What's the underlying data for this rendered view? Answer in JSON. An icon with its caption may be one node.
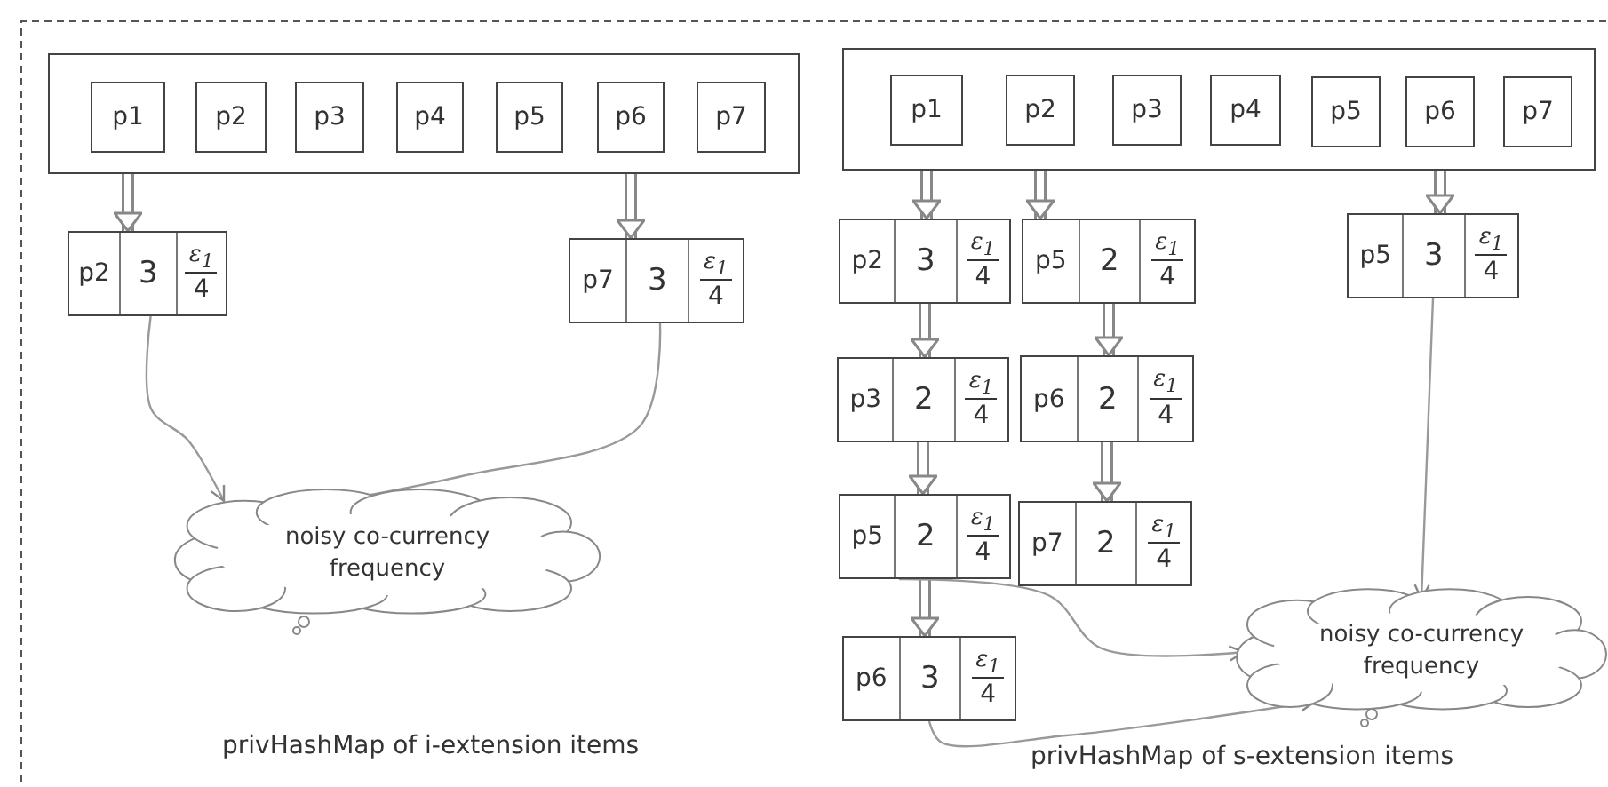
{
  "diagram": {
    "nodes": [
      {
        "text": [],
        "shape": "box"
      },
      {
        "text": [
          "p1"
        ],
        "in": 0
      },
      {
        "text": [
          "p2"
        ],
        "in": 0
      },
      {
        "text": [
          "p3"
        ],
        "in": 0
      },
      {
        "text": [
          "p4"
        ],
        "in": 0
      },
      {
        "text": [
          "p5"
        ],
        "in": 0
      },
      {
        "text": [
          "p6"
        ],
        "in": 0
      },
      {
        "text": [
          "p7"
        ],
        "in": 0
      },
      {
        "text": [
          "p2",
          "3",
          "ε$_{1}$",
          "4"
        ]
      },
      {
        "text": [
          "p7",
          "3",
          "ε$_{1}$",
          "4"
        ]
      },
      {
        "text": [
          "noisy co-currency frequency"
        ]
      },
      {
        "text": [],
        "shape": "box"
      },
      {
        "text": [
          "p1"
        ],
        "in": 11
      },
      {
        "text": [
          "p2"
        ],
        "in": 11
      },
      {
        "text": [
          "p3"
        ],
        "in": 11
      },
      {
        "text": [
          "p4"
        ],
        "in": 11
      },
      {
        "text": [
          "p5"
        ],
        "in": 11
      },
      {
        "text": [
          "p6"
        ],
        "in": 11
      },
      {
        "text": [
          "p7"
        ],
        "in": 11
      },
      {
        "text": [
          "p2",
          "3",
          "ε$_{1}$",
          "4"
        ]
      },
      {
        "text": [
          "p3",
          "2",
          "ε$_{1}$",
          "4"
        ]
      },
      {
        "text": [
          "p5",
          "2",
          "ε$_{1}$",
          "4"
        ]
      },
      {
        "text": [
          "p6",
          "3",
          "ε$_{1}$",
          "4"
        ]
      },
      {
        "text": [
          "p5",
          "2",
          "ε$_{1}$",
          "4"
        ]
      },
      {
        "text": [
          "p6",
          "2",
          "ε$_{1}$",
          "4"
        ]
      },
      {
        "text": [
          "p7",
          "2",
          "ε$_{1}$",
          "4"
        ]
      },
      {
        "text": [
          "p5",
          "3",
          "ε$_{1}$",
          "4"
        ]
      },
      {
        "text": [
          "noisy co-currency frequency"
        ]
      }
    ],
    "edges": [
      {
        "from": 1,
        "to": 8,
        "arrow": "to"
      },
      {
        "from": 6,
        "to": 9,
        "arrow": "to"
      },
      {
        "from": 8,
        "to": 10,
        "arrow": "to"
      },
      {
        "from": 9,
        "to": 10,
        "arrow": "to"
      },
      {
        "from": 12,
        "to": 19,
        "arrow": "to"
      },
      {
        "from": 13,
        "to": 23,
        "arrow": "to"
      },
      {
        "from": 17,
        "to": 26,
        "arrow": "to"
      },
      {
        "from": 19,
        "to": 20,
        "arrow": "to"
      },
      {
        "from": 20,
        "to": 21,
        "arrow": "to"
      },
      {
        "from": 21,
        "to": 22,
        "arrow": "to"
      },
      {
        "from": 23,
        "to": 24,
        "arrow": "to"
      },
      {
        "from": 24,
        "to": 25,
        "arrow": "to"
      },
      {
        "from": 26,
        "to": 27,
        "arrow": "to"
      },
      {
        "from": 21,
        "to": 27,
        "arrow": "to"
      },
      {
        "from": 22,
        "to": 27,
        "arrow": "to"
      }
    ],
    "labels": [
      "privHashMap of i-extension items",
      "privHashMap of s-extension items"
    ]
  }
}
